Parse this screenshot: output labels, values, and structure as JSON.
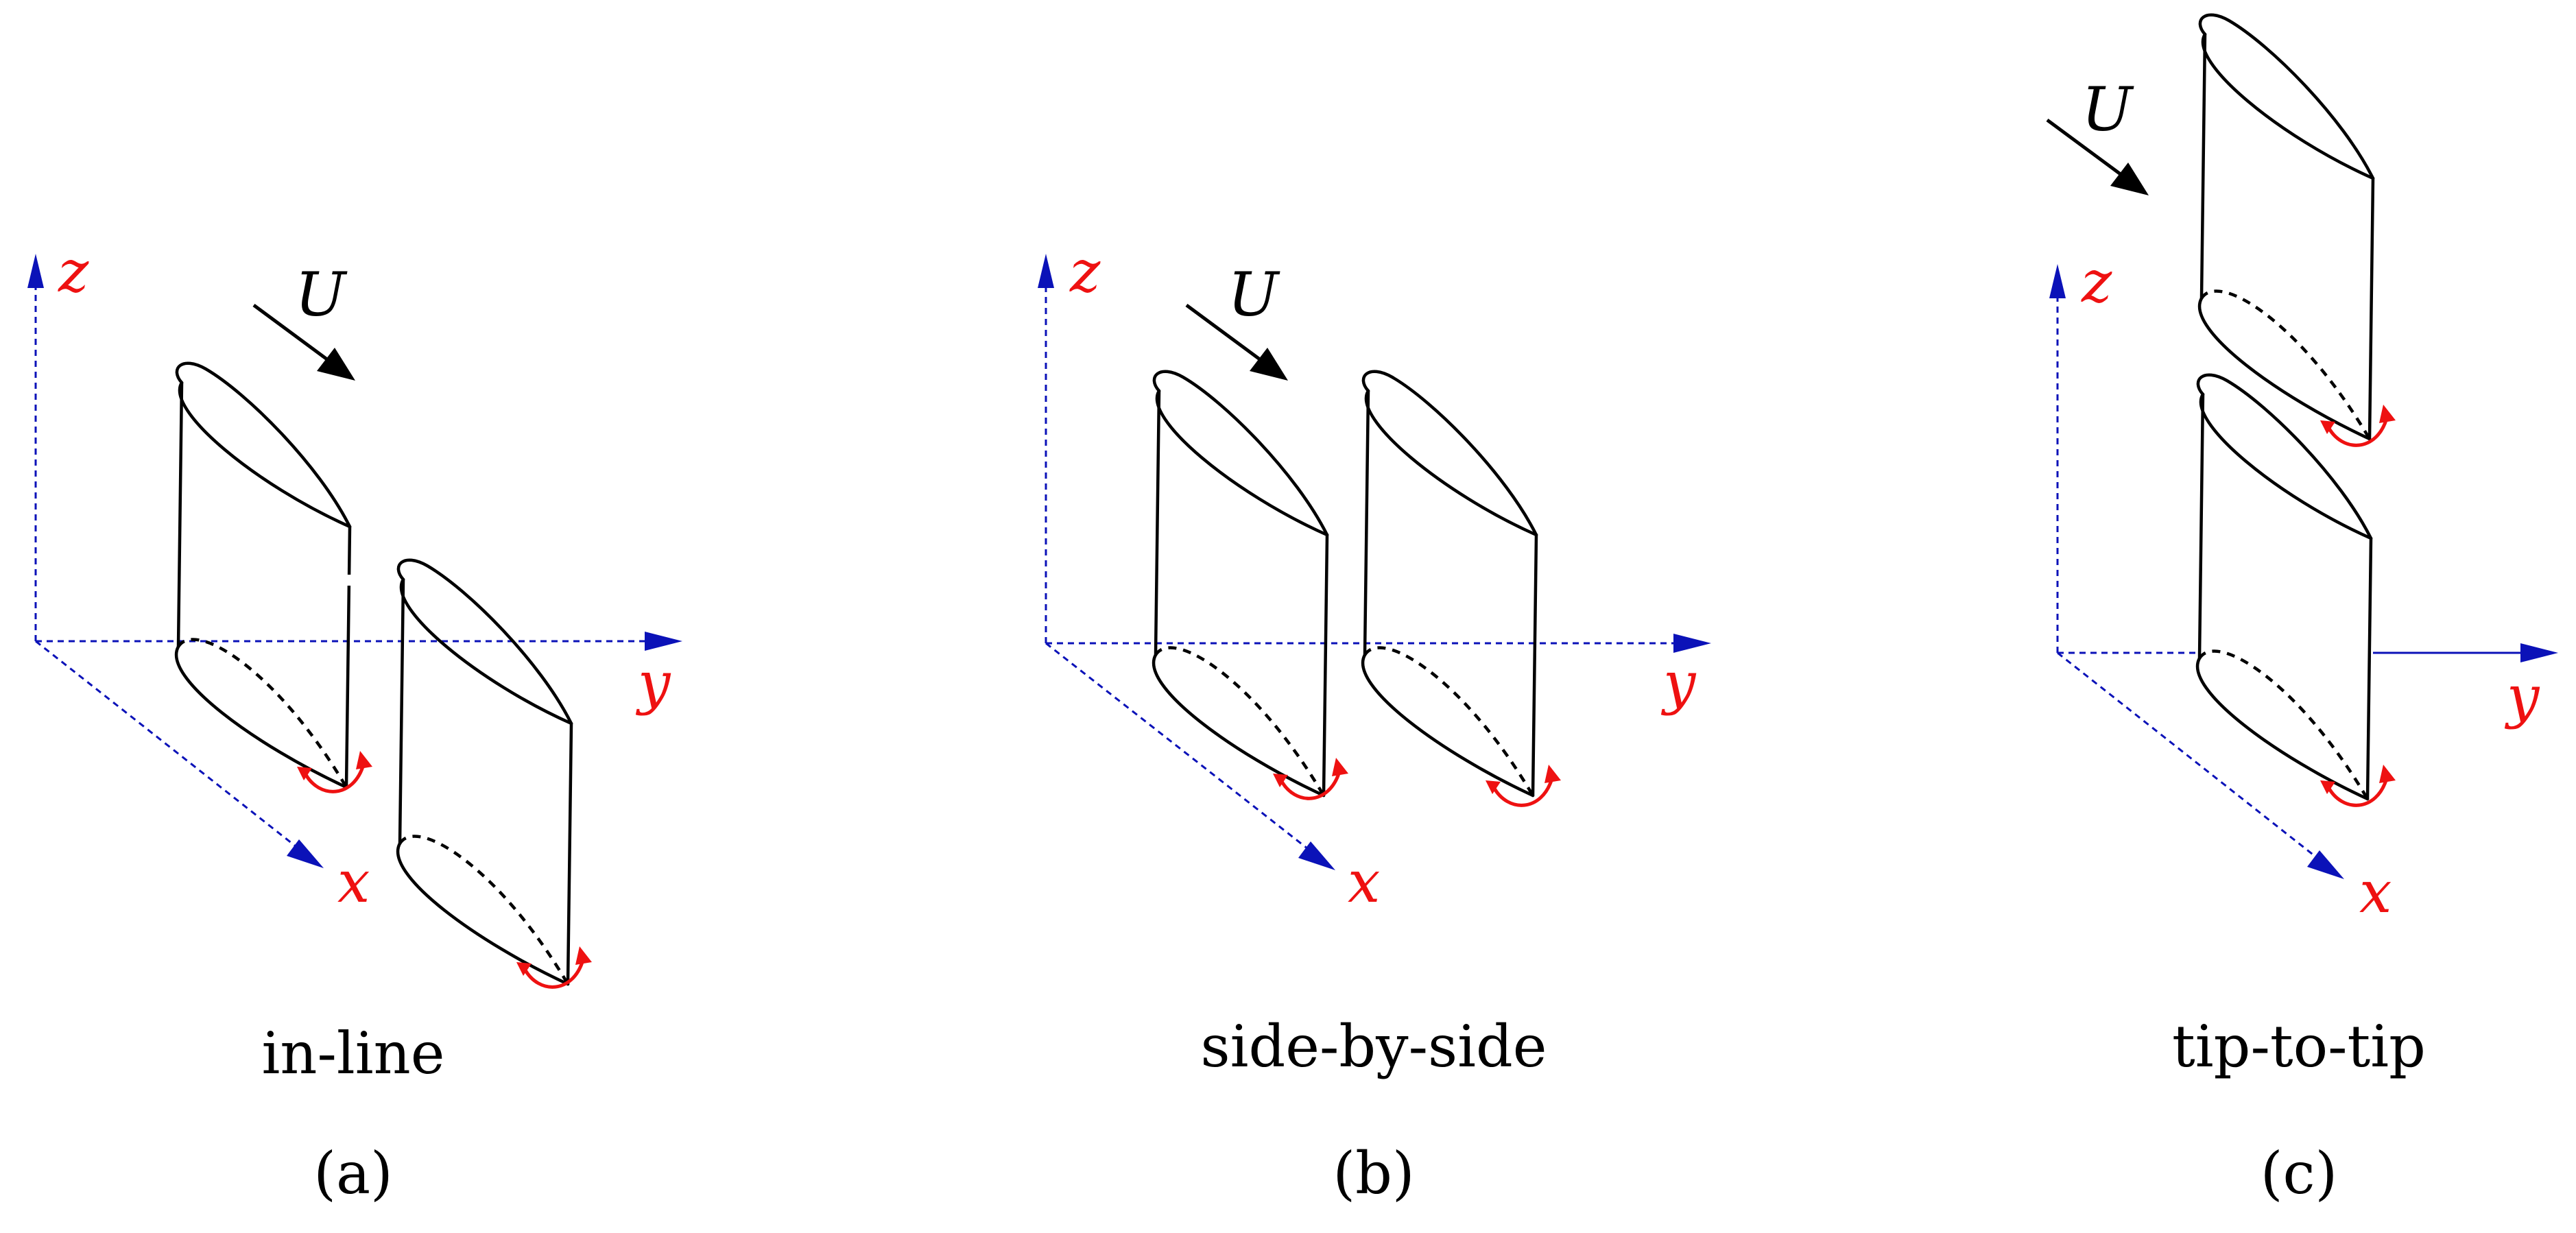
{
  "panels": [
    {
      "id": "a",
      "caption": "in-line",
      "label": "(a)",
      "axis_labels": {
        "x": "x",
        "y": "y",
        "z": "z"
      },
      "flow_label": "U"
    },
    {
      "id": "b",
      "caption": "side-by-side",
      "label": "(b)",
      "axis_labels": {
        "x": "x",
        "y": "y",
        "z": "z"
      },
      "flow_label": "U"
    },
    {
      "id": "c",
      "caption": "tip-to-tip",
      "label": "(c)",
      "axis_labels": {
        "x": "x",
        "y": "y",
        "z": "z"
      },
      "flow_label": "U"
    }
  ],
  "colors": {
    "axis": "#0b12b8",
    "axis_label": "#ee1111",
    "rotation_arrow": "#ee1111",
    "outline": "#000000"
  }
}
